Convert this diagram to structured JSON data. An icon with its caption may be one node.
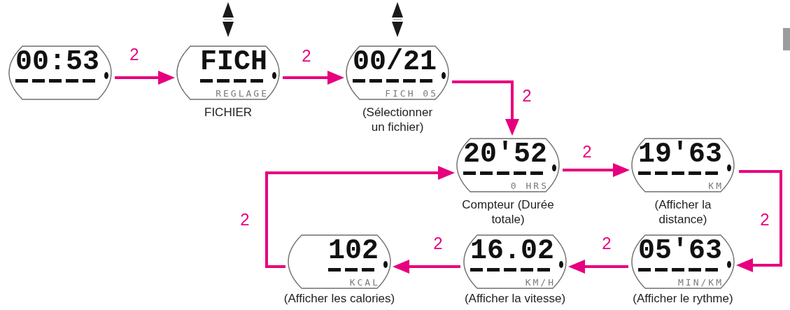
{
  "diagram": {
    "nodes": [
      {
        "text": [
          "00:53"
        ]
      },
      {
        "text": [
          "FICH",
          "REGLAGE"
        ],
        "beside": [
          "FICHIER"
        ]
      },
      {
        "text": [
          "00/21",
          "FICH 05"
        ],
        "beside": [
          "(Sélectionner un fichier)"
        ]
      },
      {
        "text": [
          "20'52",
          "0 HRS"
        ],
        "beside": [
          "Compteur (Durée totale)"
        ]
      },
      {
        "text": [
          "19'63",
          "KM"
        ],
        "beside": [
          "(Afficher la distance)"
        ]
      },
      {
        "text": [
          "102",
          "KCAL"
        ],
        "beside": [
          "(Afficher les calories)"
        ]
      },
      {
        "text": [
          "16.02",
          "KM/H"
        ],
        "beside": [
          "(Afficher la vitesse)"
        ]
      },
      {
        "text": [
          "05'63",
          "MIN/KM"
        ],
        "beside": [
          "(Afficher le rythme)"
        ]
      }
    ],
    "edges": [
      {
        "from": 0,
        "to": 1,
        "arrow": "to",
        "label": "2"
      },
      {
        "from": 1,
        "to": 2,
        "arrow": "to",
        "label": "2"
      },
      {
        "from": 2,
        "to": 3,
        "arrow": "to",
        "label": "2"
      },
      {
        "from": 3,
        "to": 4,
        "arrow": "to",
        "label": "2"
      },
      {
        "from": 4,
        "to": 7,
        "arrow": "to",
        "label": "2"
      },
      {
        "from": 7,
        "to": 6,
        "arrow": "to",
        "label": "2"
      },
      {
        "from": 6,
        "to": 5,
        "arrow": "to",
        "label": "2"
      },
      {
        "from": 5,
        "to": 3,
        "arrow": "to",
        "label": "2"
      }
    ]
  }
}
